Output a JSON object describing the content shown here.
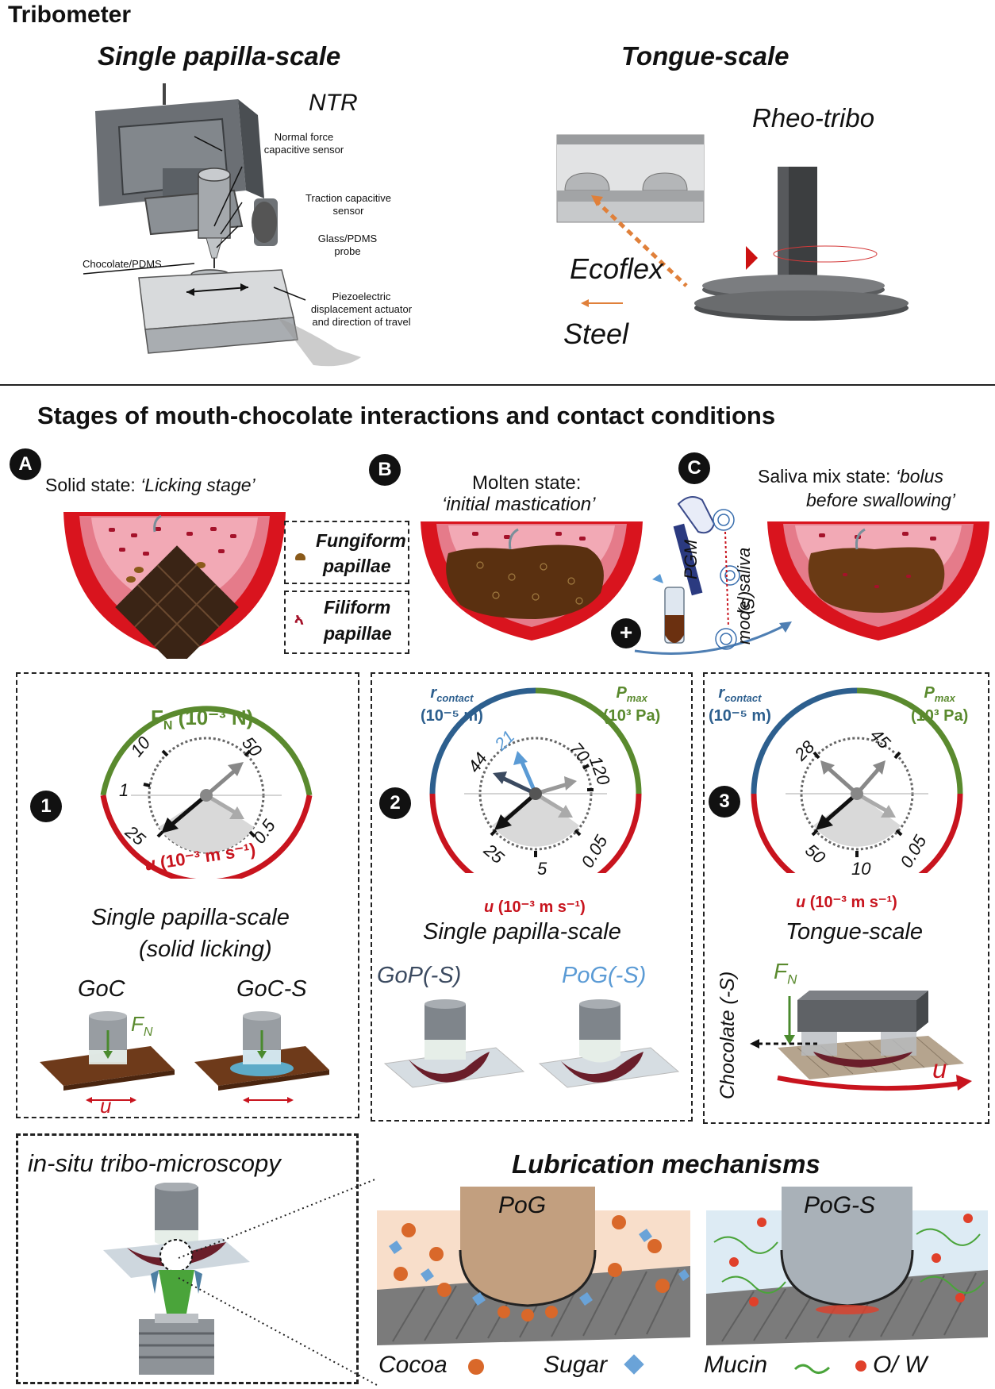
{
  "top": {
    "title": "Tribometer",
    "left_heading": "Single papilla-scale",
    "right_heading": "Tongue-scale",
    "ntr_label": "NTR",
    "ntr_callouts": [
      "Normal force capacitive sensor",
      "Traction capacitive sensor",
      "Glass/PDMS probe",
      "Chocolate/PDMS",
      "Piezoelectric displacement actuator and direction of travel"
    ],
    "rheo_label": "Rheo-tribo",
    "ecoflex_label": "Ecoflex",
    "steel_label": "Steel"
  },
  "stages": {
    "heading": "Stages of mouth-chocolate interactions and contact conditions",
    "a": {
      "badge": "A",
      "text_plain": "Solid state:  ",
      "text_italic": "‘Licking stage’"
    },
    "b": {
      "badge": "B",
      "line1": "Molten state:",
      "line2": "‘initial mastication’"
    },
    "c": {
      "badge": "C",
      "line1_plain": "Saliva mix state: ",
      "line1_italic": "‘bolus",
      "line2": "before swallowing’"
    },
    "fungiform_line1": "Fungiform",
    "fungiform_line2": "papillae",
    "filiform_line1": "Filiform",
    "filiform_line2": "papillae",
    "plus": "+",
    "pgm": "PGM",
    "model_saliva": "model saliva",
    "s": "(S)"
  },
  "panel1": {
    "badge": "1",
    "fn_label": "F",
    "fn_sub": "N",
    "fn_unit": " (10⁻³ N)",
    "u_label": "u",
    "u_unit": " (10⁻³ m s⁻¹)",
    "ticks": [
      "10",
      "50",
      "1",
      "25",
      "0.5"
    ],
    "caption1": "Single papilla-scale",
    "caption2": "(solid licking)",
    "goc": "GoC",
    "goc_s": "GoC-S",
    "fn_arrow_label": "F",
    "fn_arrow_sub": "N",
    "u_arrow_label": "u"
  },
  "panel2": {
    "badge": "2",
    "r_label": "r",
    "r_sub": "contact",
    "r_unit": "(10⁻⁵ m)",
    "p_label": "P",
    "p_sub": "max",
    "p_unit": "(10³ Pa)",
    "ticks": [
      "21",
      "44",
      "70",
      "120",
      "25",
      "5",
      "0.05"
    ],
    "u_label": "u",
    "u_unit": " (10⁻³ m s⁻¹)",
    "caption": "Single papilla-scale",
    "gop": "GoP(-S)",
    "pog": "PoG(-S)"
  },
  "panel3": {
    "badge": "3",
    "r_label": "r",
    "r_sub": "contact",
    "r_unit": "(10⁻⁵ m)",
    "p_label": "P",
    "p_sub": "max",
    "p_unit": "(10³ Pa)",
    "ticks": [
      "28",
      "45",
      "50",
      "10",
      "0.05"
    ],
    "u_label": "u",
    "u_unit": " (10⁻³ m s⁻¹)",
    "caption": "Tongue-scale",
    "fn_label": "F",
    "fn_sub": "N",
    "chocolate": "Chocolate (-S)",
    "u_arrow": "u"
  },
  "bottom": {
    "insitu": "in-situ tribo-microscopy",
    "lubrication": "Lubrication mechanisms",
    "pog": "PoG",
    "pog_s": "PoG-S",
    "cocoa": "Cocoa",
    "sugar": "Sugar",
    "mucin": "Mucin",
    "ow": "O/ W"
  },
  "colors": {
    "green": "#5a8a2e",
    "red": "#c8141e",
    "blue": "#2d5f8e",
    "lightblue": "#5b9bd5",
    "orange": "#e0803a",
    "chocolate": "#5a3010"
  }
}
